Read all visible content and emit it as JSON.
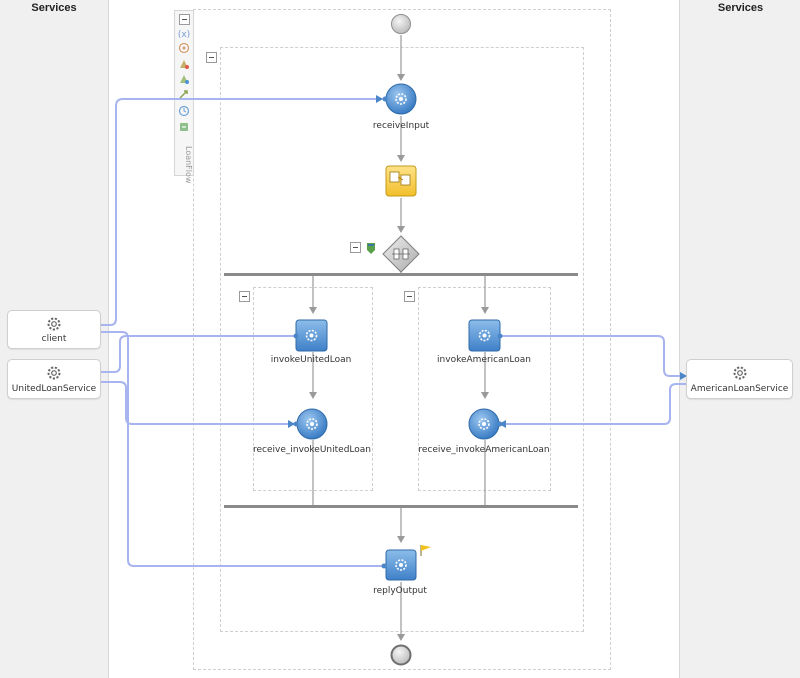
{
  "lanes": {
    "left_title": "Services",
    "right_title": "Services"
  },
  "services": {
    "client": "client",
    "united": "UnitedLoanService",
    "american": "AmericanLoanService"
  },
  "palette": {
    "label": "LoanFlow"
  },
  "activities": {
    "receive_input": "receiveInput",
    "invoke_united": "invokeUnitedLoan",
    "invoke_american": "invokeAmericanLoan",
    "receive_united": "receive_invokeUnitedLoan",
    "receive_american": "receive_invokeAmericanLoan",
    "reply_output": "replyOutput"
  },
  "colors": {
    "link": "#a7b4ef",
    "flow": "#999999",
    "activity_blue": "#4e92d3",
    "assign_yellow": "#f7cc3d"
  },
  "icons": [
    "gear-icon",
    "assign-icon",
    "flow-gateway-icon",
    "flag-icon",
    "start-event-icon",
    "end-event-icon"
  ]
}
